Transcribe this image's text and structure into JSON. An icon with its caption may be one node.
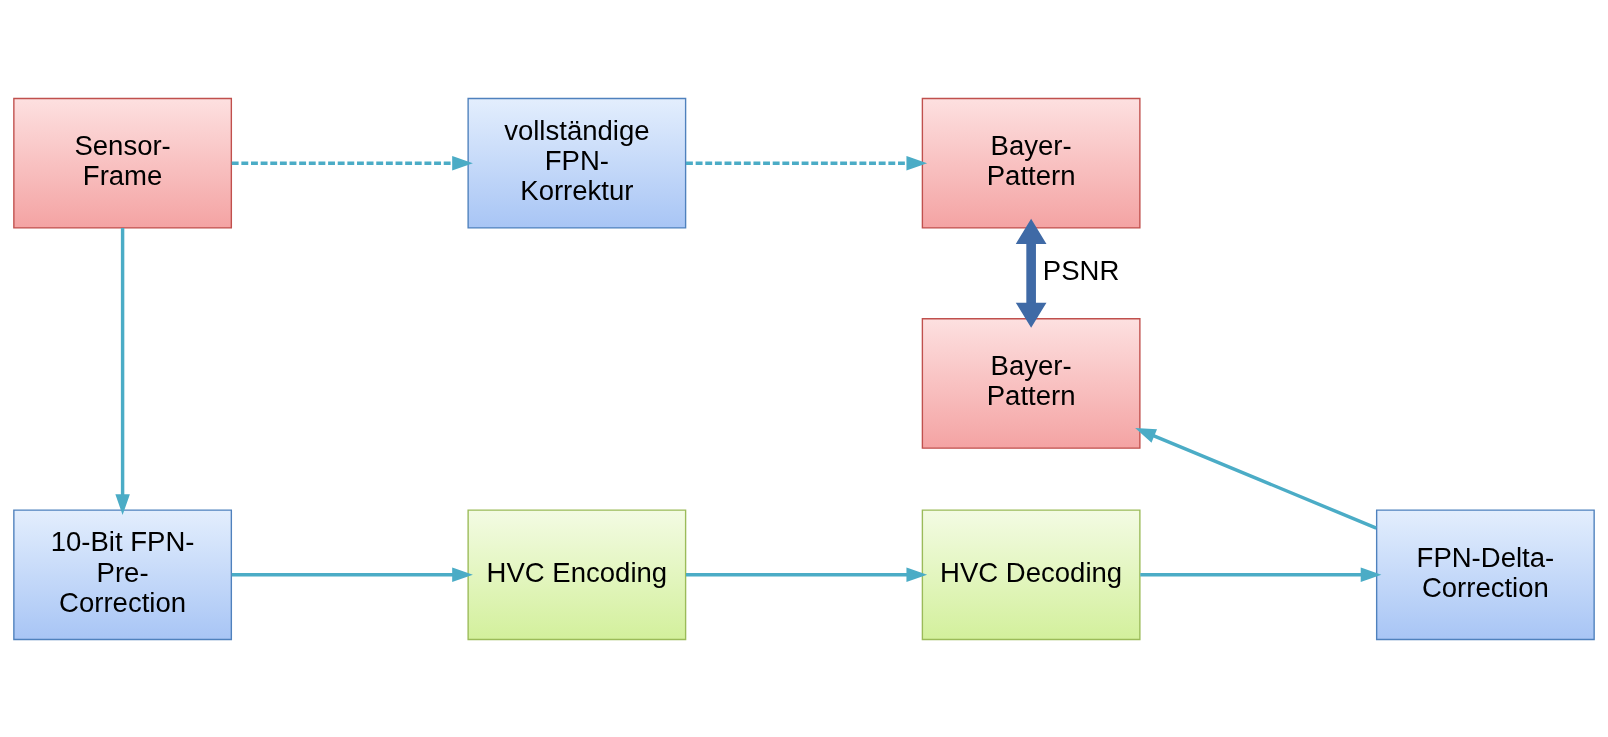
{
  "diagram": {
    "nodes": [
      {
        "text": [
          "Sensor- Frame"
        ]
      },
      {
        "text": [
          "vollständige FPN- Korrektur"
        ]
      },
      {
        "text": [
          "Bayer- Pattern"
        ]
      },
      {
        "text": [
          "Bayer- Pattern"
        ]
      },
      {
        "text": [
          "10-Bit FPN- Pre- Correction"
        ]
      },
      {
        "text": [
          "HVC Encoding"
        ]
      },
      {
        "text": [
          "HVC Decoding"
        ]
      },
      {
        "text": [
          "FPN-Delta- Correction"
        ]
      }
    ],
    "edges": [
      {
        "from": 0,
        "to": 1,
        "arrow": "to",
        "style": "dashed"
      },
      {
        "from": 1,
        "to": 2,
        "arrow": "to",
        "style": "dashed"
      },
      {
        "from": 0,
        "to": 4,
        "arrow": "to"
      },
      {
        "from": 4,
        "to": 5,
        "arrow": "to"
      },
      {
        "from": 5,
        "to": 6,
        "arrow": "to"
      },
      {
        "from": 6,
        "to": 7,
        "arrow": "to"
      },
      {
        "from": 7,
        "to": 3,
        "arrow": "to"
      },
      {
        "from": 2,
        "to": 3,
        "arrow": "both",
        "label": "PSNR",
        "style": "thick",
        "color": "#3f6aa6"
      }
    ]
  }
}
